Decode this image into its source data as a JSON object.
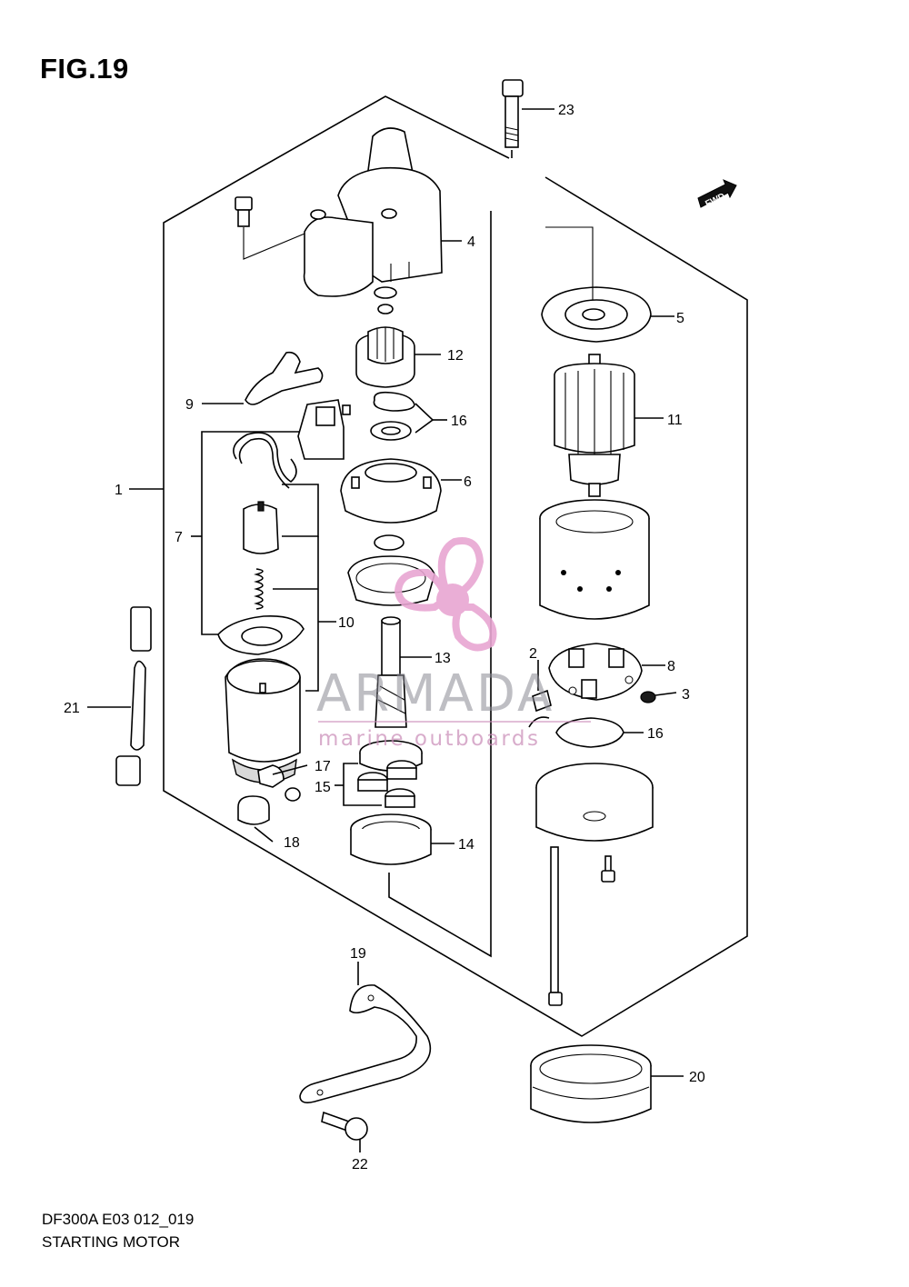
{
  "figure": {
    "title": "FIG.19",
    "model_code": "DF300A  E03  012_019",
    "name": "STARTING MOTOR",
    "direction_badge": "FWD"
  },
  "watermark": {
    "brand": "ARMADA",
    "tagline": "marine outboards",
    "colors": {
      "brand_text": "#8b8b95",
      "logo": "#e8a6d2",
      "tagline": "#c889b6"
    }
  },
  "callouts": [
    {
      "num": "1"
    },
    {
      "num": "2"
    },
    {
      "num": "3"
    },
    {
      "num": "4"
    },
    {
      "num": "5"
    },
    {
      "num": "6"
    },
    {
      "num": "7"
    },
    {
      "num": "8"
    },
    {
      "num": "9"
    },
    {
      "num": "10"
    },
    {
      "num": "11"
    },
    {
      "num": "12"
    },
    {
      "num": "13"
    },
    {
      "num": "14"
    },
    {
      "num": "15"
    },
    {
      "num": "16"
    },
    {
      "num": "16"
    },
    {
      "num": "17"
    },
    {
      "num": "18"
    },
    {
      "num": "19"
    },
    {
      "num": "20"
    },
    {
      "num": "21"
    },
    {
      "num": "22"
    },
    {
      "num": "23"
    }
  ]
}
